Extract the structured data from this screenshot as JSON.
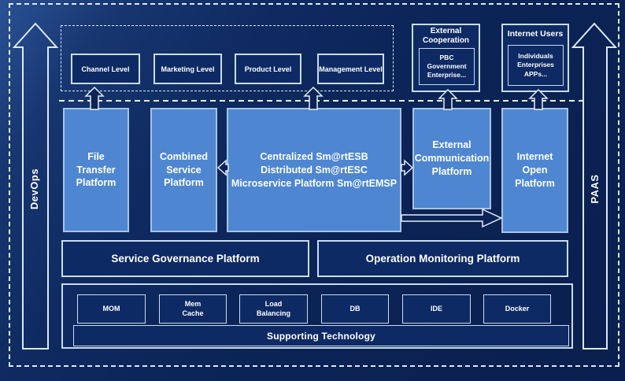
{
  "rails": {
    "devops": "DevOps",
    "paas": "PAAS"
  },
  "levels": {
    "items": [
      {
        "label": "Channel Level"
      },
      {
        "label": "Marketing Level"
      },
      {
        "label": "Product Level"
      },
      {
        "label": "Management Level"
      }
    ]
  },
  "external_cooperation": {
    "title": "External Cooperation",
    "member": "PBC Government Enterprise..."
  },
  "internet_users": {
    "title": "Internet Users",
    "member": "Individuals Enterprises APPs..."
  },
  "platforms": {
    "file_transfer": {
      "label": "File Transfer Platform"
    },
    "combined_service": {
      "label": "Combined Service Platform"
    },
    "esb": {
      "lines": [
        "Centralized Sm@rtESB",
        "Distributed Sm@rtESC",
        "Microservice Platform Sm@rtEMSP"
      ]
    },
    "external_communication": {
      "label": "External Communication Platform"
    },
    "internet_open": {
      "label": "Internet Open Platform"
    }
  },
  "governance": {
    "label": "Service Governance Platform"
  },
  "monitoring": {
    "label": "Operation Monitoring Platform"
  },
  "supporting": {
    "title": "Supporting Technology",
    "items": [
      {
        "label": "MOM"
      },
      {
        "label": "Mem Cache"
      },
      {
        "label": "Load Balancing"
      },
      {
        "label": "DB"
      },
      {
        "label": "IDE"
      },
      {
        "label": "Docker"
      }
    ]
  },
  "colors": {
    "background": "#0a2153",
    "panel_navy": "#0d2a64",
    "accent_blue": "#4e86d1",
    "border_light": "#dce8f5",
    "text": "#ffffff"
  }
}
